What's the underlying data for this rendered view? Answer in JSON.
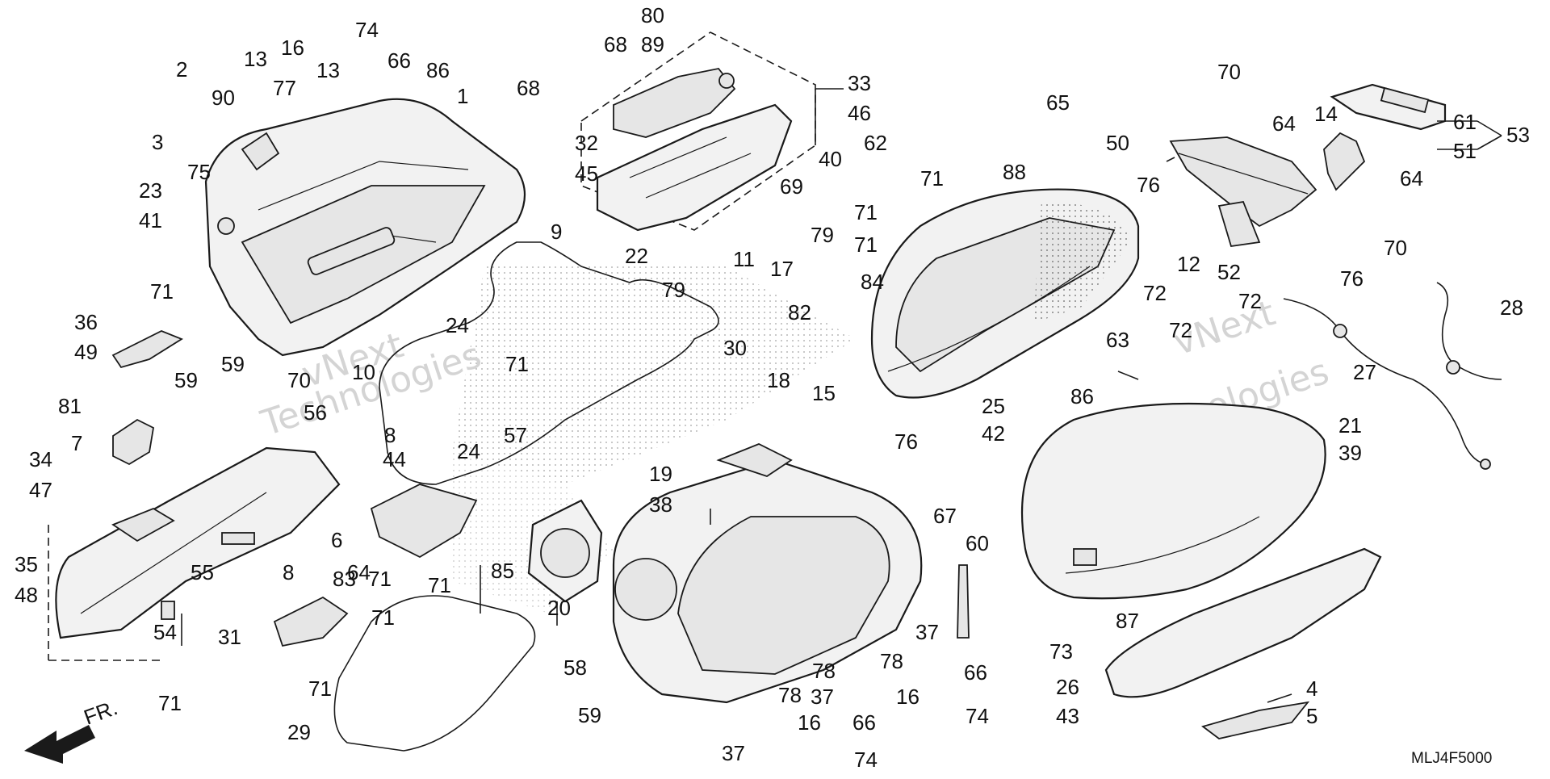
{
  "diagram_code": "MLJ4F5000",
  "direction_label": "FR.",
  "watermark": [
    "vNext",
    "Technologies"
  ],
  "callouts": {
    "c2": "2",
    "c3": "3",
    "c75": "75",
    "c90": "90",
    "c13a": "13",
    "c77": "77",
    "c13b": "13",
    "c16a": "16",
    "c74a": "74",
    "c66a": "66",
    "c86a": "86",
    "c1": "1",
    "c68a": "68",
    "c9": "9",
    "c23": "23",
    "c41": "41",
    "c71a": "71",
    "c36": "36",
    "c49": "49",
    "c24a": "24",
    "c10": "10",
    "c71b": "71",
    "c24b": "24",
    "c57": "57",
    "c59a": "59",
    "c59b": "59",
    "c70a": "70",
    "c81": "81",
    "c7": "7",
    "c56": "56",
    "c8a": "8",
    "c34": "34",
    "c47": "47",
    "c35": "35",
    "c48": "48",
    "c55": "55",
    "c54": "54",
    "c44": "44",
    "c6": "6",
    "c64a": "64",
    "c8b": "8",
    "c83": "83",
    "c71c": "71",
    "c71d": "71",
    "c71e": "71",
    "c71f": "71",
    "c31": "31",
    "c71g": "71",
    "c29": "29",
    "c85": "85",
    "c20": "20",
    "c19": "19",
    "c38": "38",
    "c58": "58",
    "c59c": "59",
    "c78a": "78",
    "c37a": "37",
    "c16b": "16",
    "c66b": "66",
    "c74b": "74",
    "c37b": "37",
    "c78b": "78",
    "c78c": "78",
    "c37c": "37",
    "c60": "60",
    "c66c": "66",
    "c16c": "16",
    "c74c": "74",
    "c67": "67",
    "c76a": "76",
    "c80": "80",
    "c89": "89",
    "c68b": "68",
    "c33": "33",
    "c46": "46",
    "c62": "62",
    "c40": "40",
    "c32": "32",
    "c45": "45",
    "c69": "69",
    "c22": "22",
    "c11": "11",
    "c79a": "79",
    "c79b": "79",
    "c71h": "71",
    "c17": "17",
    "c84": "84",
    "c82": "82",
    "c18": "18",
    "c15": "15",
    "c30": "30",
    "c65": "65",
    "c88": "88",
    "c71i": "71",
    "c71j": "71",
    "c25": "25",
    "c42": "42",
    "c86b": "86",
    "c63": "63",
    "c72a": "72",
    "c72b": "72",
    "c72c": "72",
    "c70b": "70",
    "c50": "50",
    "c64b": "64",
    "c14": "14",
    "c61": "61",
    "c53": "53",
    "c51": "51",
    "c76b": "76",
    "c64c": "64",
    "c12": "12",
    "c52": "52",
    "c70c": "70",
    "c76c": "76",
    "c28": "28",
    "c27": "27",
    "c21": "21",
    "c39": "39",
    "c87": "87",
    "c73": "73",
    "c26": "26",
    "c43": "43",
    "c4": "4",
    "c5": "5"
  },
  "colors": {
    "line": "#1a1a1a",
    "fill": "#f2f2f2",
    "watermark": "#d4d4d4"
  }
}
